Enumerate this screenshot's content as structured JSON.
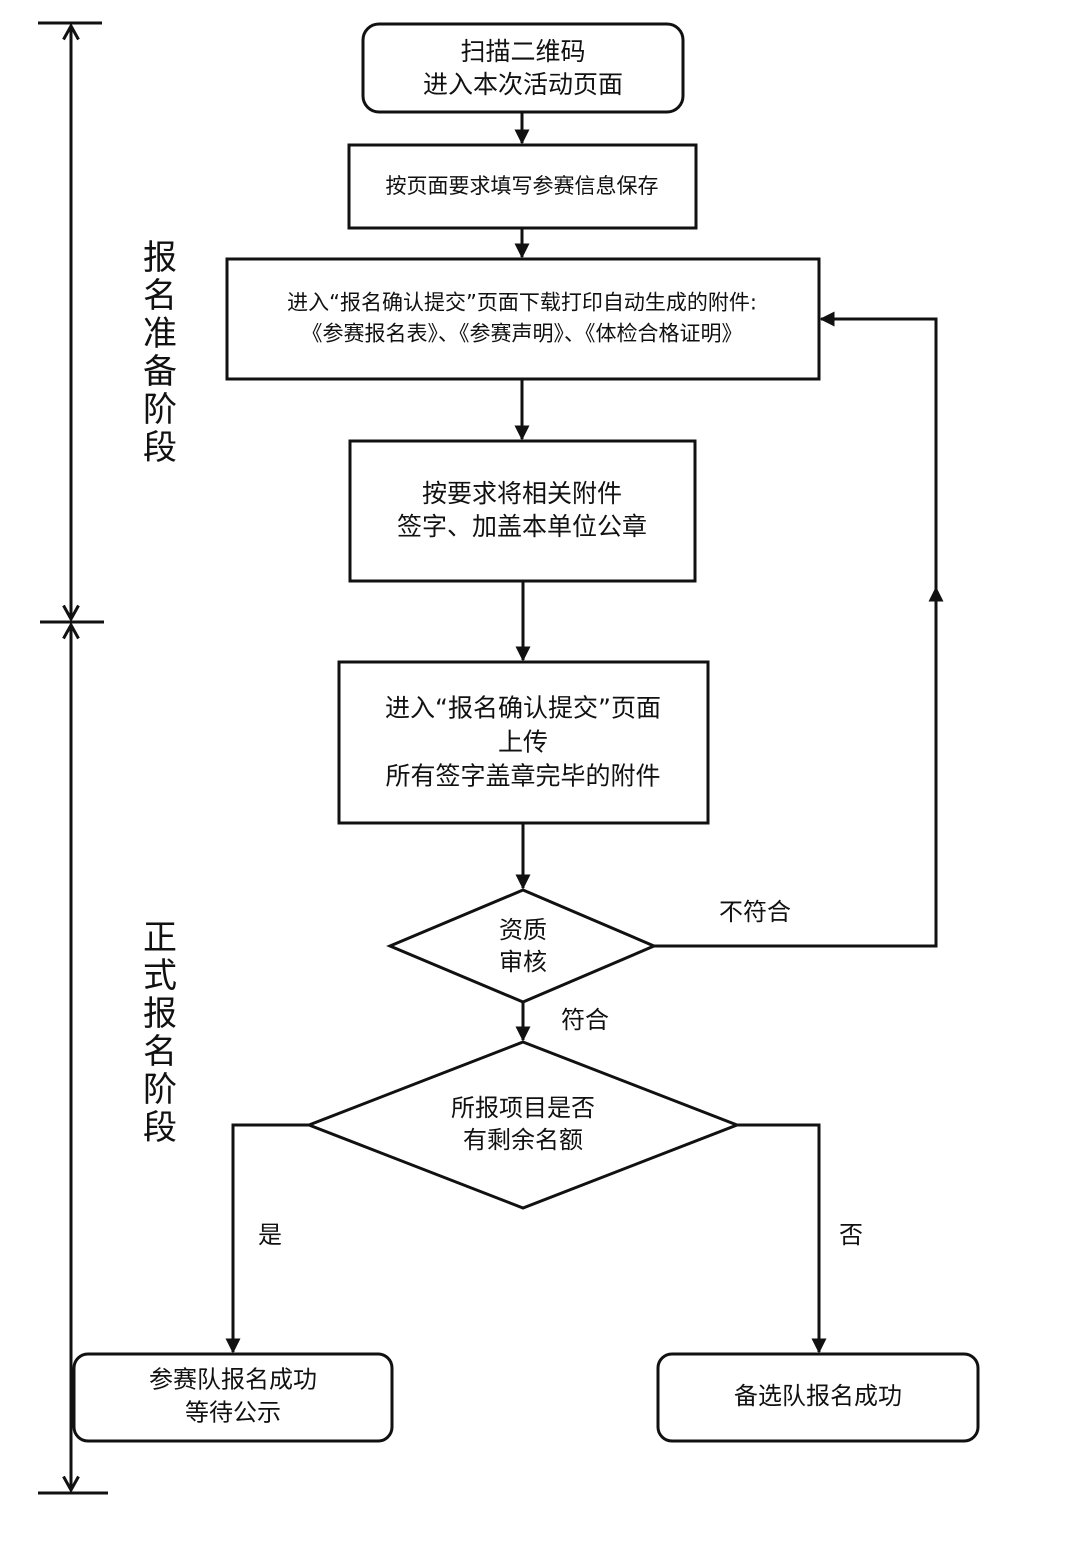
{
  "diagram": {
    "type": "flowchart",
    "colors": {
      "stroke": "#111111",
      "background": "#ffffff",
      "text": "#111111"
    },
    "stages": [
      {
        "id": "stage-prep",
        "label": "报名准备阶段"
      },
      {
        "id": "stage-formal",
        "label": "正式报名阶段"
      }
    ],
    "nodes": {
      "scan": {
        "shape": "rounded-rect",
        "lines": [
          "扫描二维码",
          "进入本次活动页面"
        ]
      },
      "fill": {
        "shape": "rect",
        "lines": [
          "按页面要求填写参赛信息保存"
        ]
      },
      "download": {
        "shape": "rect",
        "lines": [
          "进入“报名确认提交”页面下载打印自动生成的附件:",
          "《参赛报名表》、《参赛声明》、《体检合格证明》"
        ]
      },
      "sign": {
        "shape": "rect",
        "lines": [
          "按要求将相关附件",
          "签字、加盖本单位公章"
        ]
      },
      "upload": {
        "shape": "rect",
        "lines": [
          "进入“报名确认提交”页面",
          "上传",
          "所有签字盖章完毕的附件"
        ]
      },
      "review": {
        "shape": "diamond",
        "lines": [
          "资质",
          "审核"
        ]
      },
      "quota": {
        "shape": "diamond",
        "lines": [
          "所报项目是否",
          "有剩余名额"
        ]
      },
      "success": {
        "shape": "rounded-rect",
        "lines": [
          "参赛队报名成功",
          "等待公示"
        ]
      },
      "alternate": {
        "shape": "rounded-rect",
        "lines": [
          "备选队报名成功"
        ]
      }
    },
    "edges": [
      {
        "from": "scan",
        "to": "fill",
        "label": ""
      },
      {
        "from": "fill",
        "to": "download",
        "label": ""
      },
      {
        "from": "download",
        "to": "sign",
        "label": ""
      },
      {
        "from": "sign",
        "to": "upload",
        "label": ""
      },
      {
        "from": "upload",
        "to": "review",
        "label": ""
      },
      {
        "from": "review",
        "to": "download",
        "label": "不符合"
      },
      {
        "from": "review",
        "to": "quota",
        "label": "符合"
      },
      {
        "from": "quota",
        "to": "success",
        "label": "是"
      },
      {
        "from": "quota",
        "to": "alternate",
        "label": "否"
      }
    ]
  }
}
